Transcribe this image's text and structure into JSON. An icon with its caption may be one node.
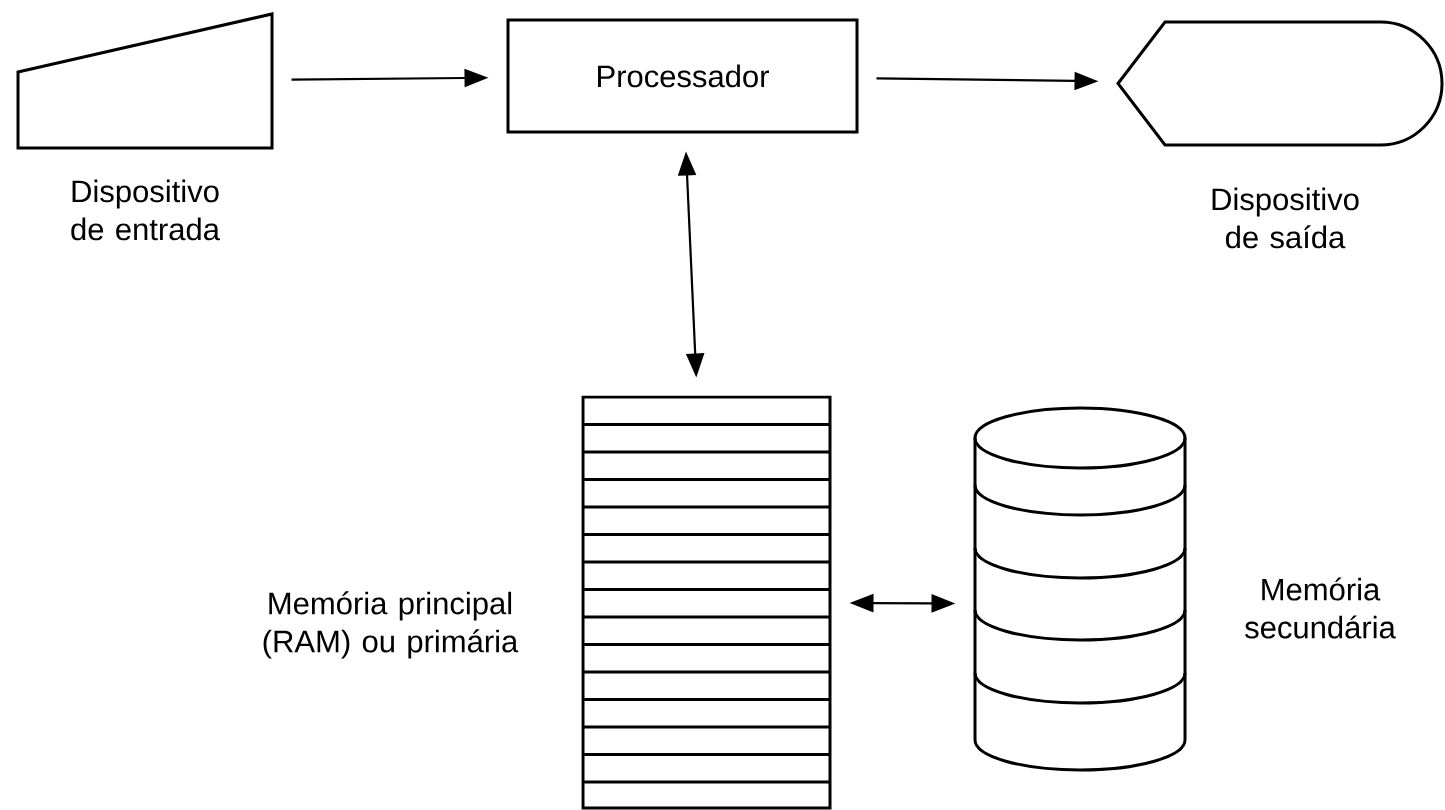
{
  "diagram": {
    "nodes": [
      {
        "text": [
          "Dispositivo de entrada"
        ]
      },
      {
        "text": [
          "Processador"
        ]
      },
      {
        "text": [
          "Dispositivo de saída"
        ]
      },
      {
        "text": [
          "Memória principal (RAM) ou primária"
        ]
      },
      {
        "text": [
          "Memória secundária"
        ]
      }
    ],
    "edges": [
      {
        "from": 0,
        "to": 1,
        "arrow": "to"
      },
      {
        "from": 1,
        "to": 2,
        "arrow": "to"
      },
      {
        "from": 1,
        "to": 3,
        "arrow": "both"
      },
      {
        "from": 3,
        "to": 4,
        "arrow": "both"
      }
    ]
  }
}
